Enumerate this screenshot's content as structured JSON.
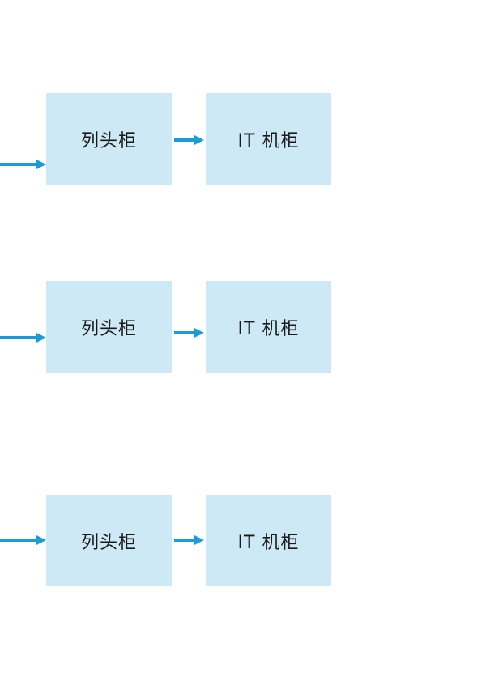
{
  "diagram": {
    "colors": {
      "background": "#ffffff",
      "boxFill": "#cde9f5",
      "arrow": "#1a9cd8",
      "text": "#1a1a1a"
    },
    "icons": {
      "arrow_right_icon": "→"
    },
    "rows": [
      {
        "source_label": "列头柜",
        "target_label": "IT 机柜"
      },
      {
        "source_label": "列头柜",
        "target_label": "IT 机柜"
      },
      {
        "source_label": "列头柜",
        "target_label": "IT 机柜"
      }
    ]
  }
}
